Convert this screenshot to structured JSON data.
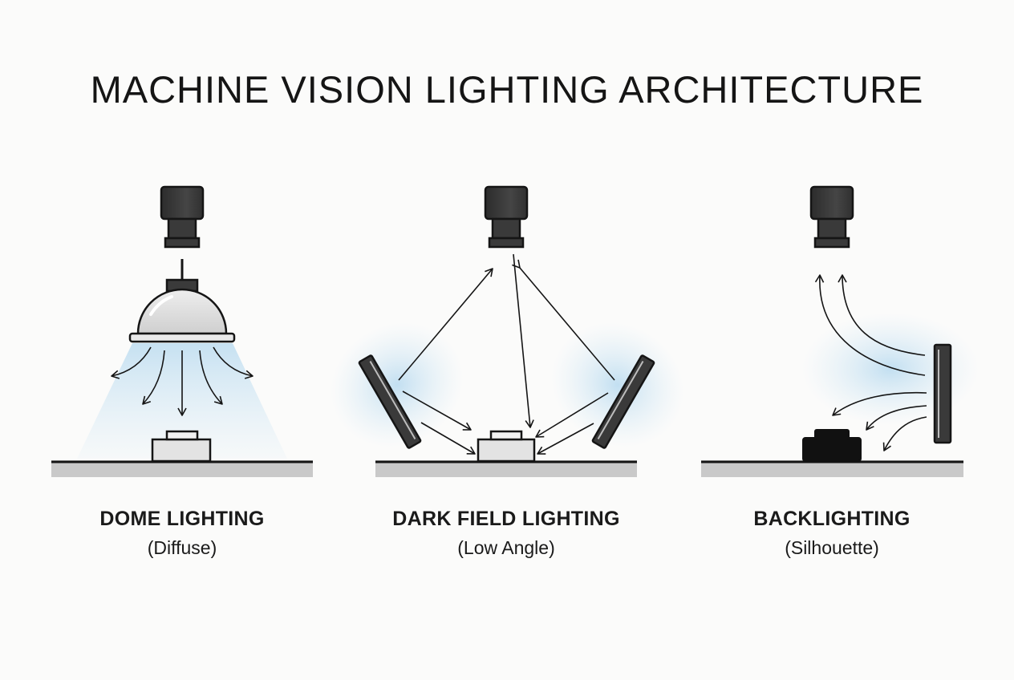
{
  "title": "MACHINE VISION LIGHTING ARCHITECTURE",
  "colors": {
    "ink": "#151515",
    "camera": "#3a3a3a",
    "glow": "#cfe5f3",
    "surface": "#c9c9c9",
    "dark_part": "#111111"
  },
  "panels": [
    {
      "title": "DOME LIGHTING",
      "subtitle": "(Diffuse)"
    },
    {
      "title": "DARK FIELD LIGHTING",
      "subtitle": "(Low Angle)"
    },
    {
      "title": "BACKLIGHTING",
      "subtitle": "(Silhouette)"
    }
  ]
}
